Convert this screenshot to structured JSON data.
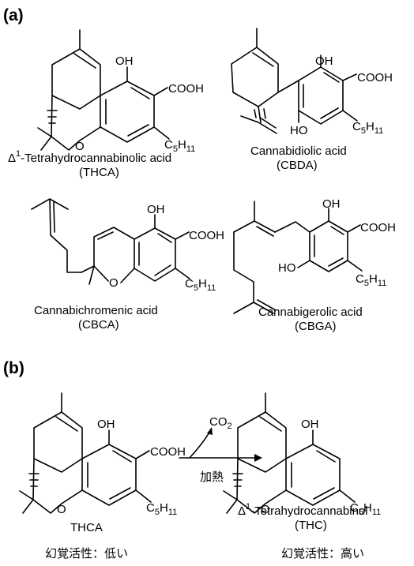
{
  "panels": {
    "a": "(a)",
    "b": "(b)"
  },
  "atoms": {
    "oh": "OH",
    "cooh": "COOH",
    "ho": "HO",
    "o": "O",
    "c5": "C",
    "c5_sub": "5",
    "h11": "H",
    "h11_sub": "11",
    "co2_c": "CO",
    "co2_sub": "2"
  },
  "compounds": {
    "thca": {
      "delta": "Δ",
      "sup": "1",
      "name": "-Tetrahydrocannabinolic acid",
      "abbr": "(THCA)"
    },
    "cbda": {
      "name": "Cannabidiolic acid",
      "abbr": "(CBDA)"
    },
    "cbca": {
      "name": "Cannabichromenic acid",
      "abbr": "(CBCA)"
    },
    "cbga": {
      "name": "Cannabigerolic acid",
      "abbr": "(CBGA)"
    }
  },
  "reaction": {
    "start_label": "THCA",
    "condition": "加熱",
    "product_delta": "Δ",
    "product_sup": "1",
    "product_name": "-Tetrahydrocannabinol",
    "product_abbr": "(THC)",
    "start_activity": "幻覚活性：低い",
    "product_activity": "幻覚活性：高い"
  }
}
